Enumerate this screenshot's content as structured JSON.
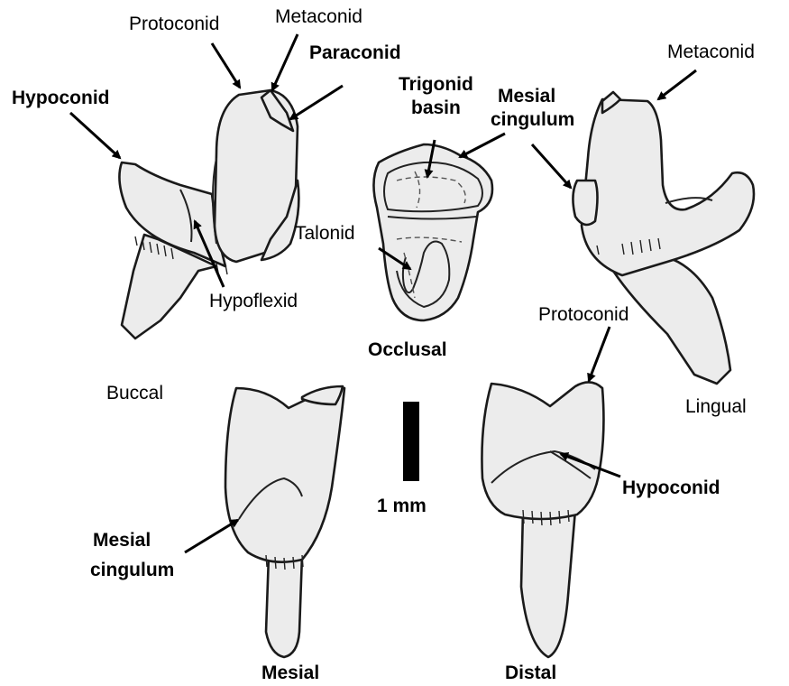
{
  "views": {
    "buccal": "Buccal",
    "occlusal": "Occlusal",
    "lingual": "Lingual",
    "mesial": "Mesial",
    "distal": "Distal"
  },
  "labels": {
    "protoconid_top": "Protoconid",
    "metaconid_top": "Metaconid",
    "paraconid": "Paraconid",
    "hypoconid_left": "Hypoconid",
    "hypoflexid": "Hypoflexid",
    "trigonid_basin_l1": "Trigonid",
    "trigonid_basin_l2": "basin",
    "talonid": "Talonid",
    "mesial_cingulum_top_l1": "Mesial",
    "mesial_cingulum_top_l2": "cingulum",
    "metaconid_right": "Metaconid",
    "protoconid_right": "Protoconid",
    "hypoconid_right": "Hypoconid",
    "mesial_cingulum_bottom_l1": "Mesial",
    "mesial_cingulum_bottom_l2": "cingulum"
  },
  "scale_bar": {
    "label": "1 mm"
  }
}
